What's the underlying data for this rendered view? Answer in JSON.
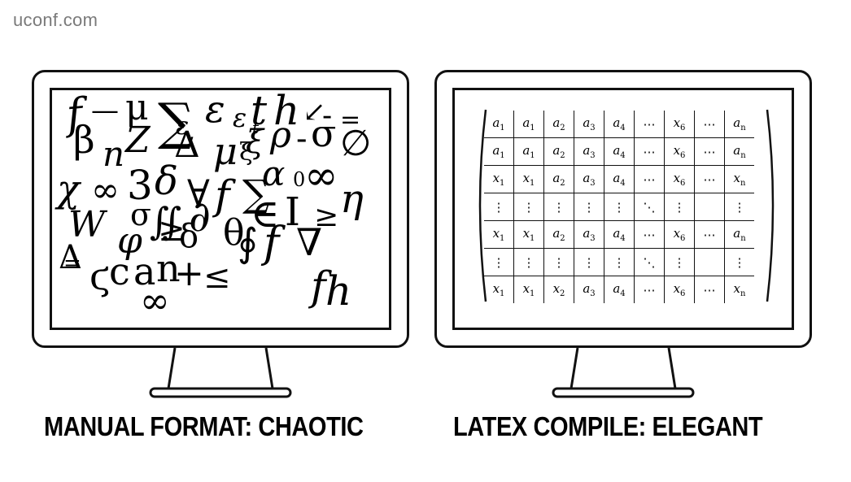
{
  "watermark": "uconf.com",
  "left_panel": {
    "caption": "MANUAL FORMAT: CHAOTIC",
    "glyphs": [
      "f",
      "—",
      "μ",
      "∑",
      "ε",
      "ε",
      "t",
      "h",
      "↙",
      "-",
      "=",
      "β",
      "n",
      "Z",
      "Δ",
      "μ",
      "ξ",
      "ρ",
      "-",
      "σ",
      "∅",
      "χ",
      "∞",
      "3",
      "δ",
      "∀",
      "f",
      "∑",
      "α",
      "0",
      "∞",
      "η",
      "W",
      "σ",
      "∬",
      "∂",
      "∈",
      "I",
      "≥",
      "φ",
      "≥",
      "δ",
      "θ",
      "∮",
      "f",
      "∇",
      "Δ",
      "=",
      "ϛ",
      "c",
      "a",
      "n",
      "+",
      "≤",
      "f",
      "h",
      "∞",
      "ε",
      "t",
      "ξ"
    ]
  },
  "right_panel": {
    "caption": "LATEX COMPILE: ELEGANT",
    "matrix": [
      [
        [
          "a",
          "1"
        ],
        [
          "a",
          "1"
        ],
        [
          "a",
          "2"
        ],
        [
          "a",
          "3"
        ],
        [
          "a",
          "4"
        ],
        [
          "⋯",
          ""
        ],
        [
          "x",
          "6"
        ],
        [
          "⋯",
          ""
        ],
        [
          "a",
          "n"
        ]
      ],
      [
        [
          "a",
          "1"
        ],
        [
          "a",
          "1"
        ],
        [
          "a",
          "2"
        ],
        [
          "a",
          "3"
        ],
        [
          "a",
          "4"
        ],
        [
          "⋯",
          ""
        ],
        [
          "x",
          "6"
        ],
        [
          "⋯",
          ""
        ],
        [
          "a",
          "n"
        ]
      ],
      [
        [
          "x",
          "1"
        ],
        [
          "x",
          "1"
        ],
        [
          "a",
          "2"
        ],
        [
          "a",
          "3"
        ],
        [
          "a",
          "4"
        ],
        [
          "⋯",
          ""
        ],
        [
          "x",
          "6"
        ],
        [
          "⋯",
          ""
        ],
        [
          "x",
          "n"
        ]
      ],
      [
        [
          "⋮",
          ""
        ],
        [
          "⋮",
          ""
        ],
        [
          "⋮",
          ""
        ],
        [
          "⋮",
          ""
        ],
        [
          "⋮",
          ""
        ],
        [
          "⋱",
          ""
        ],
        [
          "⋮",
          ""
        ],
        [
          "",
          ""
        ],
        [
          "⋮",
          ""
        ]
      ],
      [
        [
          "x",
          "1"
        ],
        [
          "x",
          "1"
        ],
        [
          "a",
          "2"
        ],
        [
          "a",
          "3"
        ],
        [
          "a",
          "4"
        ],
        [
          "⋯",
          ""
        ],
        [
          "x",
          "6"
        ],
        [
          "⋯",
          ""
        ],
        [
          "a",
          "n"
        ]
      ],
      [
        [
          "⋮",
          ""
        ],
        [
          "⋮",
          ""
        ],
        [
          "⋮",
          ""
        ],
        [
          "⋮",
          ""
        ],
        [
          "⋮",
          ""
        ],
        [
          "⋱",
          ""
        ],
        [
          "⋮",
          ""
        ],
        [
          "",
          ""
        ],
        [
          "⋮",
          ""
        ]
      ],
      [
        [
          "x",
          "1"
        ],
        [
          "x",
          "1"
        ],
        [
          "x",
          "2"
        ],
        [
          "a",
          "3"
        ],
        [
          "a",
          "4"
        ],
        [
          "⋯",
          ""
        ],
        [
          "x",
          "6"
        ],
        [
          "⋯",
          ""
        ],
        [
          "x",
          "n"
        ]
      ]
    ]
  }
}
